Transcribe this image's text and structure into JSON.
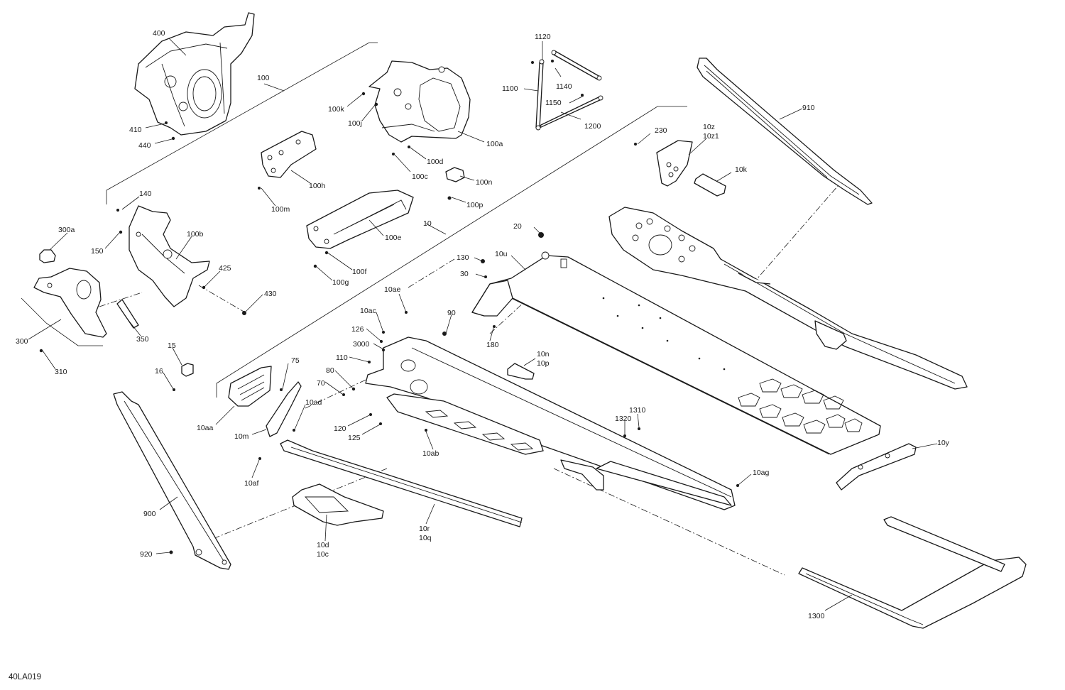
{
  "drawing_code": "40LA019",
  "labels": [
    "400",
    "100",
    "1120",
    "1100",
    "1140",
    "1150",
    "1200",
    "910",
    "100k",
    "100j",
    "410",
    "440",
    "100a",
    "100d",
    "100c",
    "100h",
    "100n",
    "100p",
    "100m",
    "230",
    "10z",
    "10z1",
    "10k",
    "140",
    "300a",
    "100b",
    "150",
    "425",
    "430",
    "300",
    "310",
    "350",
    "100e",
    "100f",
    "100g",
    "10",
    "20",
    "130",
    "10u",
    "30",
    "10ae",
    "10ac",
    "90",
    "126",
    "3000",
    "110",
    "180",
    "10n",
    "10p",
    "15",
    "16",
    "75",
    "80",
    "70",
    "10ad",
    "10aa",
    "10m",
    "120",
    "125",
    "10ab",
    "1320",
    "1310",
    "10y",
    "10af",
    "10ag",
    "900",
    "10r",
    "10q",
    "10d",
    "10c",
    "920",
    "1300"
  ]
}
